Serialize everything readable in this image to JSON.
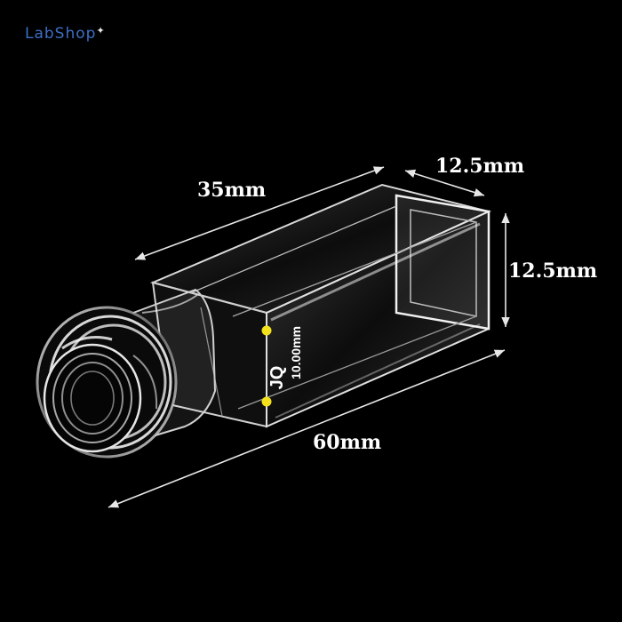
{
  "brand": {
    "name": "LabShop",
    "mark": "✦"
  },
  "product": {
    "name": "screw-cap quartz cuvette",
    "marking_brand": "JQ",
    "marking_path": "10.00mm"
  },
  "dimensions": {
    "length_body": "35mm",
    "width_top": "12.5mm",
    "height_side": "12.5mm",
    "length_total": "60mm"
  },
  "colors": {
    "background": "#000000",
    "brand": "#3d6fc4",
    "label_text": "#ffffff",
    "marking_dot": "#f3e21b"
  }
}
